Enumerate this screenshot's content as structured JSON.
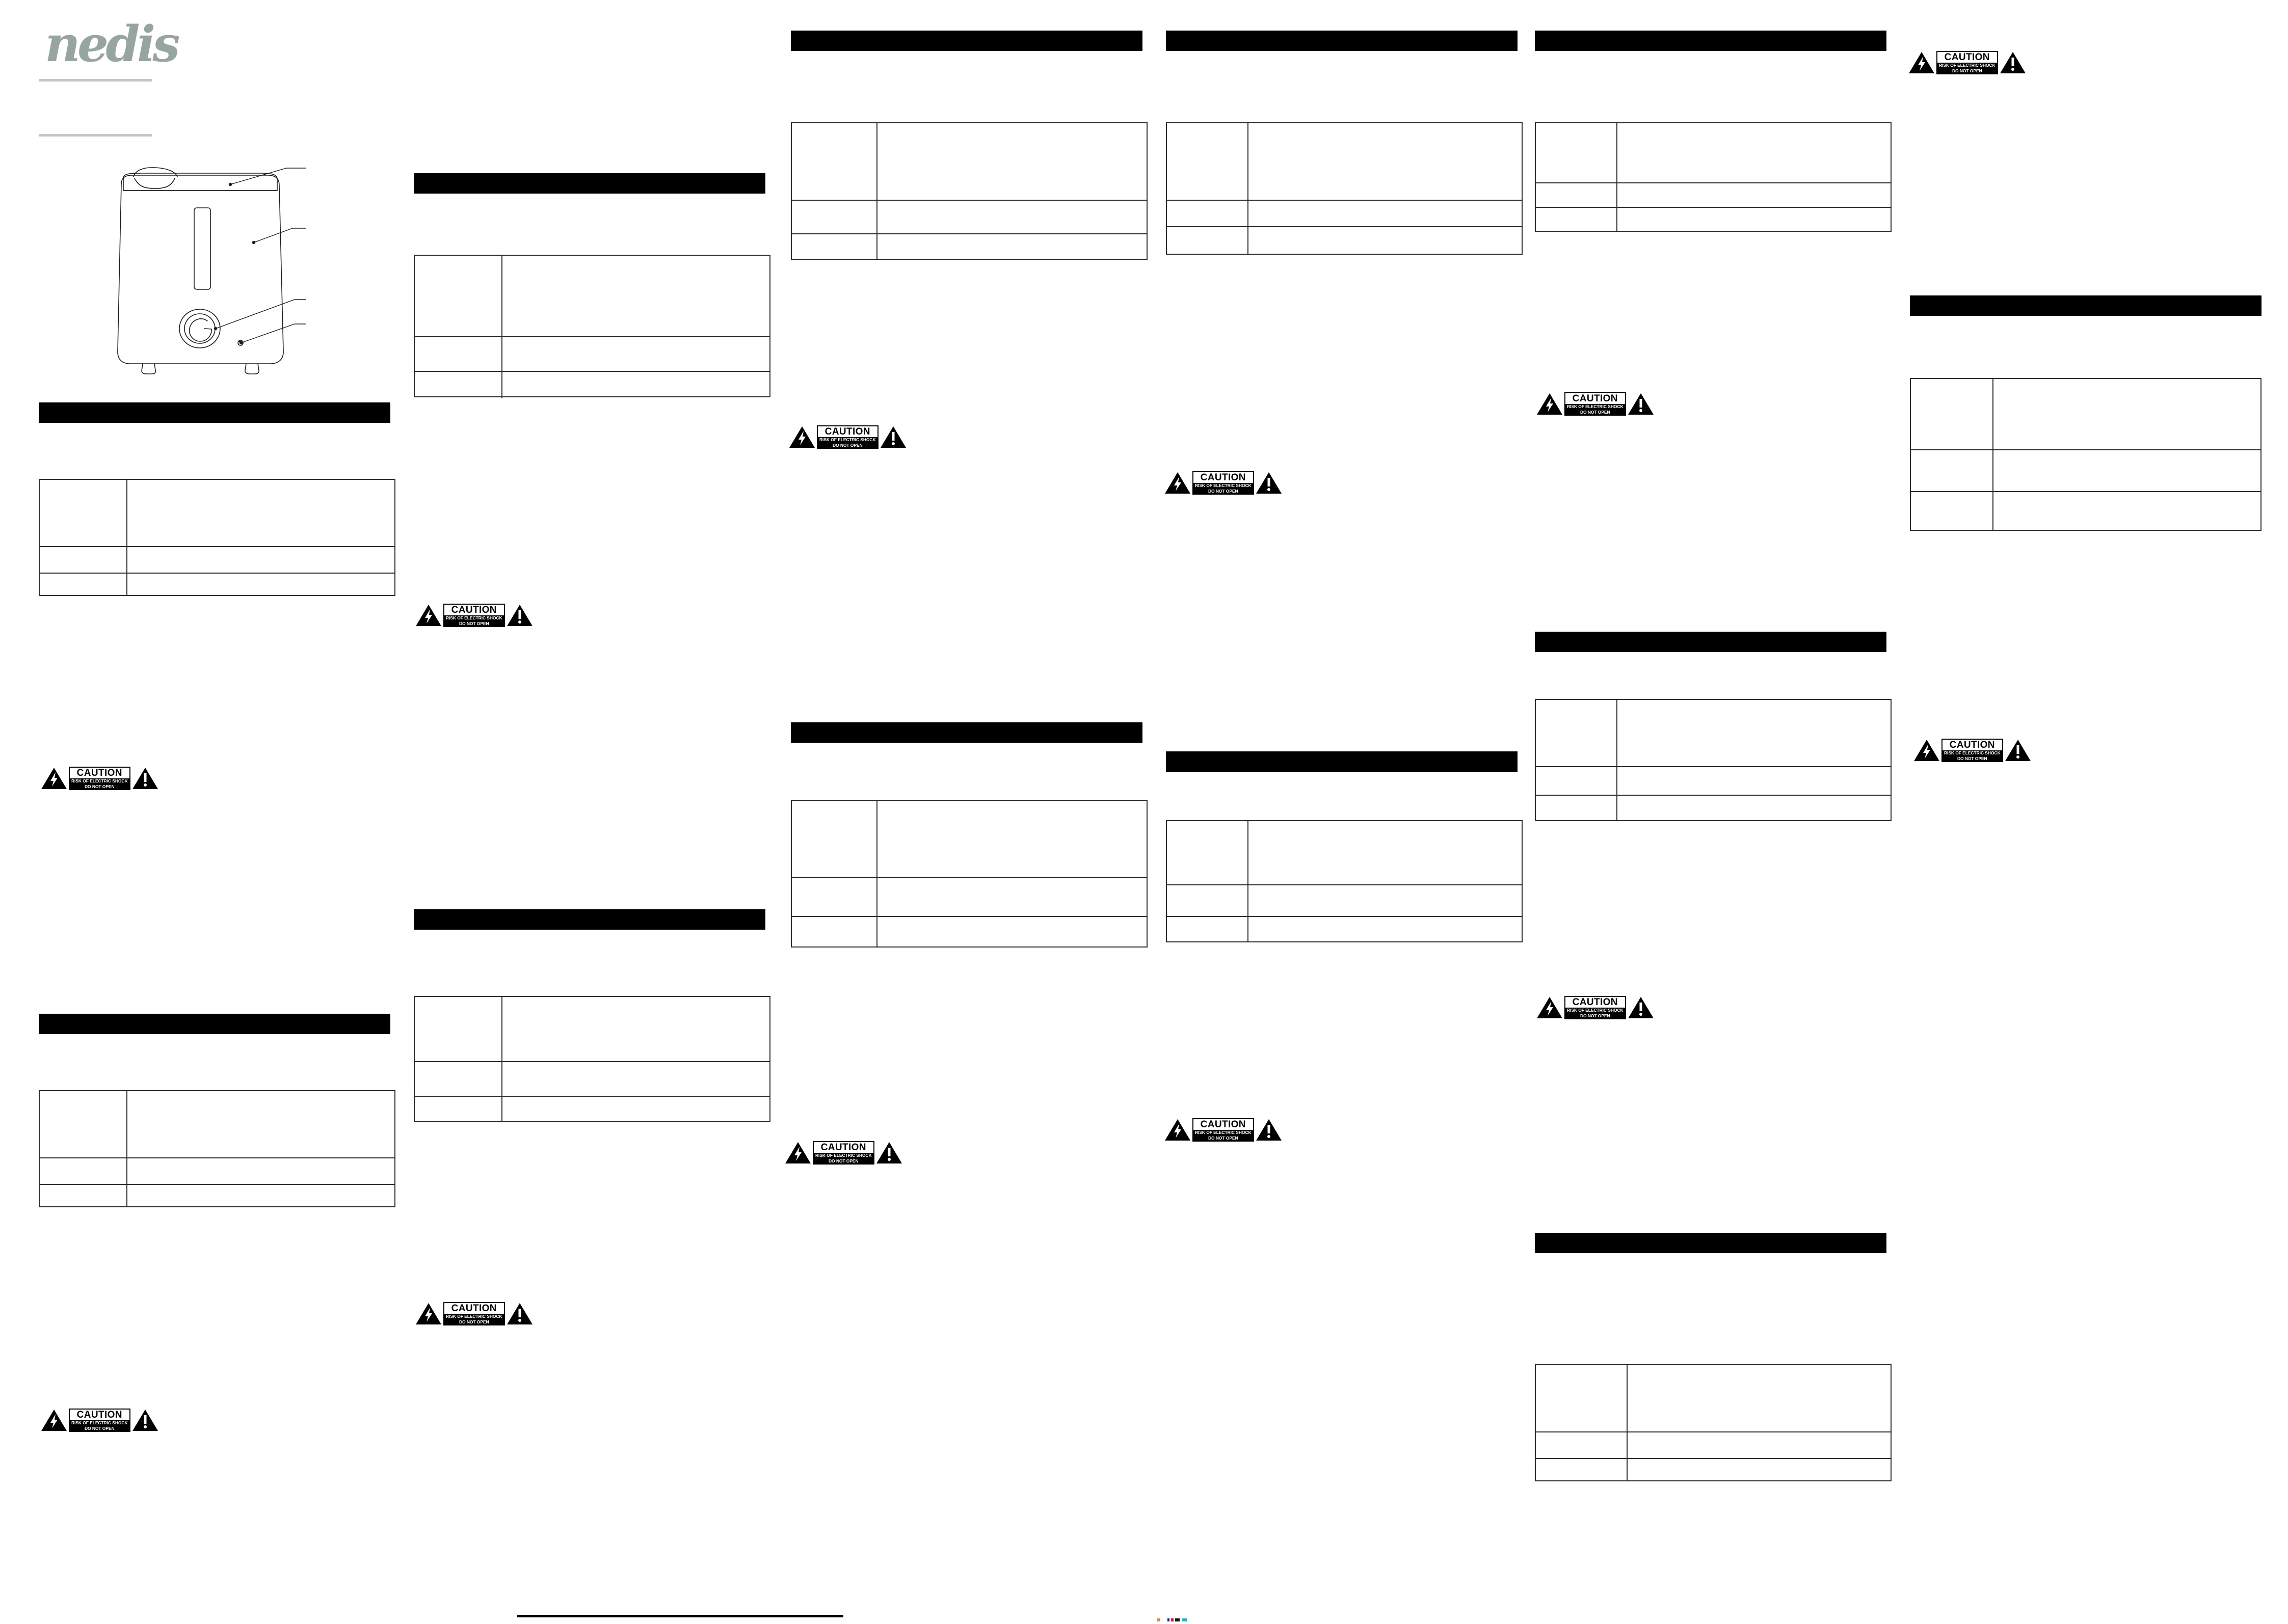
{
  "document": {
    "brand": "nedis",
    "type": "product-manual",
    "page_background": "#ffffff",
    "brand_color": "#97a5a1",
    "rule_color": "#c3c6c6",
    "heading_bar_color": "#000000",
    "table_border_color": "#2b2b2b"
  },
  "caution_symbol": {
    "title": "CAUTION",
    "line1": "RISK OF ELECTRIC SHOCK",
    "line2": "DO NOT OPEN",
    "left_icon": "lightning-bolt-triangle-icon",
    "right_icon": "exclamation-triangle-icon"
  },
  "product_figure": {
    "name": "humidifier-line-drawing",
    "callouts": [
      {
        "id": "1",
        "target": "mist-outlet"
      },
      {
        "id": "2",
        "target": "water-tank-window"
      },
      {
        "id": "3",
        "target": "control-knob"
      },
      {
        "id": "4",
        "target": "indicator-light"
      }
    ]
  },
  "spec_table_template": {
    "rows": [
      {
        "key": "",
        "value": ""
      },
      {
        "key": "",
        "value": ""
      },
      {
        "key": "",
        "value": ""
      }
    ]
  },
  "columns": [
    {
      "id": "col-1",
      "blocks": [
        {
          "type": "brand-logo",
          "label": "nedis"
        },
        {
          "type": "product-figure",
          "label": "humidifier-line-drawing"
        },
        {
          "type": "section-bar",
          "label": ""
        },
        {
          "type": "spec-table",
          "label": ""
        },
        {
          "type": "caution",
          "label": "CAUTION"
        },
        {
          "type": "section-bar",
          "label": ""
        },
        {
          "type": "spec-table",
          "label": ""
        },
        {
          "type": "caution",
          "label": "CAUTION"
        }
      ]
    },
    {
      "id": "col-2",
      "blocks": [
        {
          "type": "section-bar",
          "label": ""
        },
        {
          "type": "spec-table",
          "label": ""
        },
        {
          "type": "caution",
          "label": "CAUTION"
        },
        {
          "type": "section-bar",
          "label": ""
        },
        {
          "type": "spec-table",
          "label": ""
        },
        {
          "type": "caution",
          "label": "CAUTION"
        }
      ]
    },
    {
      "id": "col-3",
      "blocks": [
        {
          "type": "section-bar",
          "label": ""
        },
        {
          "type": "spec-table",
          "label": ""
        },
        {
          "type": "caution",
          "label": "CAUTION"
        },
        {
          "type": "section-bar",
          "label": ""
        },
        {
          "type": "spec-table",
          "label": ""
        },
        {
          "type": "caution",
          "label": "CAUTION"
        }
      ]
    },
    {
      "id": "col-4",
      "blocks": [
        {
          "type": "section-bar",
          "label": ""
        },
        {
          "type": "spec-table",
          "label": ""
        },
        {
          "type": "caution",
          "label": "CAUTION"
        },
        {
          "type": "section-bar",
          "label": ""
        },
        {
          "type": "spec-table",
          "label": ""
        },
        {
          "type": "caution",
          "label": "CAUTION"
        }
      ]
    },
    {
      "id": "col-5",
      "blocks": [
        {
          "type": "section-bar",
          "label": ""
        },
        {
          "type": "spec-table",
          "label": ""
        },
        {
          "type": "caution",
          "label": "CAUTION"
        },
        {
          "type": "section-bar",
          "label": ""
        },
        {
          "type": "spec-table",
          "label": ""
        },
        {
          "type": "caution",
          "label": "CAUTION"
        },
        {
          "type": "section-bar",
          "label": ""
        },
        {
          "type": "spec-table",
          "label": ""
        }
      ]
    },
    {
      "id": "col-6",
      "blocks": [
        {
          "type": "caution",
          "label": "CAUTION"
        },
        {
          "type": "section-bar",
          "label": ""
        },
        {
          "type": "spec-table",
          "label": ""
        },
        {
          "type": "caution",
          "label": "CAUTION"
        }
      ]
    }
  ]
}
